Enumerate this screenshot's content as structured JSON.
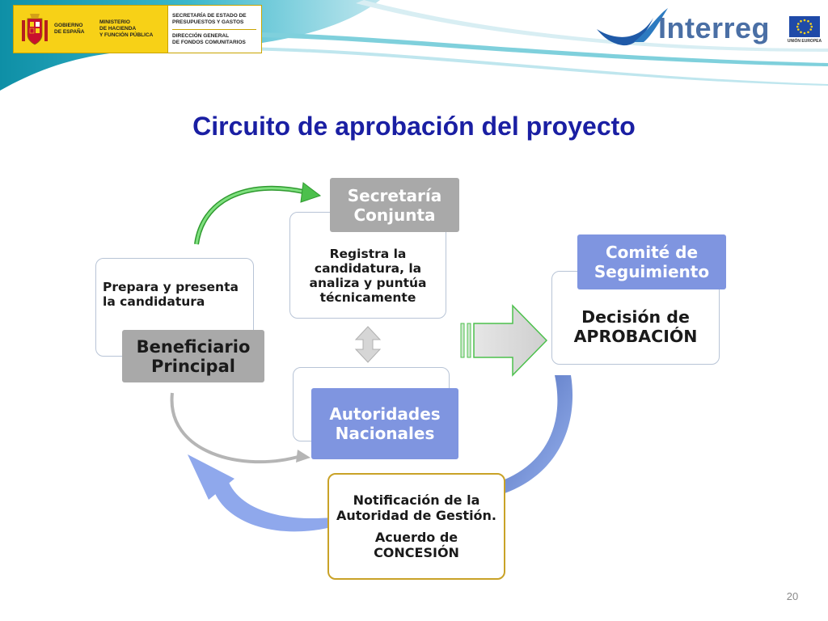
{
  "header": {
    "gov_left_text": "GOBIERNO\nDE ESPAÑA",
    "ministry_text": "MINISTERIO\nDE HACIENDA\nY FUNCIÓN PÚBLICA",
    "secretariat_text": "SECRETARÍA DE ESTADO DE\nPRESUPUESTOS Y GASTOS",
    "direction_text": "DIRECCIÓN GENERAL\nDE FONDOS COMUNITARIOS",
    "interreg_text": "Interreg",
    "eu_text": "UNIÓN EUROPEA"
  },
  "title": "Circuito de aprobación del proyecto",
  "nodes": {
    "beneficiario_desc": "Prepara y presenta\nla candidatura",
    "beneficiario_label": "Beneficiario\nPrincipal",
    "secretaria_label": "Secretaría\nConjunta",
    "secretaria_desc": "Registra la\ncandidatura, la\nanaliza y puntúa\ntécnicamente",
    "autoridades_label": "Autoridades\nNacionales",
    "comite_label": "Comité de\nSeguimiento",
    "comite_desc": "Decisión de\nAPROBACIÓN",
    "notificacion_line1": "Notificación de la\nAutoridad de Gestión.",
    "notificacion_line2": "Acuerdo de\nCONCESIÓN"
  },
  "page_number": "20",
  "colors": {
    "title": "#1a1fa3",
    "grey_tag": "#a9a9a9",
    "blue_tag": "#7f95e0",
    "green_arrow": "#4cc04c",
    "notification_border": "#c9a227",
    "wave": "#1aa3b8"
  }
}
